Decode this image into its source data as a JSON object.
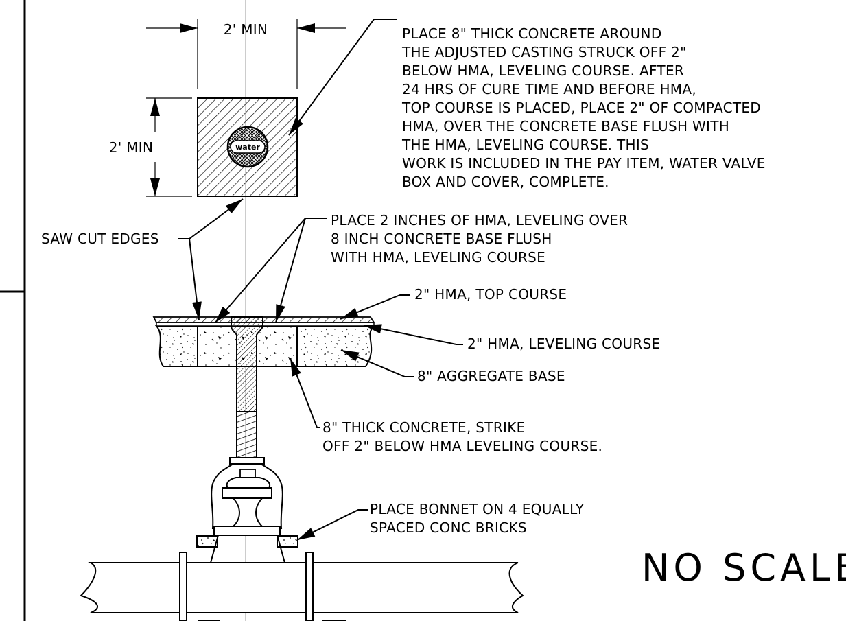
{
  "dimensions": {
    "width_label": "2' MIN",
    "height_label": "2' MIN",
    "water_mark": "water"
  },
  "notes": {
    "concrete_around_casting": [
      "PLACE 8\" THICK CONCRETE AROUND",
      "THE ADJUSTED CASTING STRUCK OFF 2\"",
      "BELOW HMA, LEVELING COURSE.  AFTER",
      "24 HRS OF CURE TIME AND BEFORE HMA,",
      "TOP COURSE IS PLACED, PLACE 2\" OF COMPACTED",
      "HMA, OVER THE CONCRETE BASE FLUSH WITH",
      "THE HMA, LEVELING COURSE.  THIS",
      "WORK IS INCLUDED IN THE PAY ITEM, WATER VALVE",
      "BOX AND COVER, COMPLETE."
    ],
    "saw_cut": "SAW CUT EDGES",
    "hma_leveling_over": [
      "PLACE 2 INCHES OF HMA, LEVELING OVER",
      "8 INCH CONCRETE BASE FLUSH",
      "WITH HMA, LEVELING COURSE"
    ],
    "top_course": "2\" HMA, TOP COURSE",
    "leveling_course": "2\" HMA, LEVELING COURSE",
    "aggregate_base": "8\" AGGREGATE BASE",
    "thick_concrete": [
      "8\" THICK CONCRETE, STRIKE",
      "OFF 2\" BELOW HMA LEVELING COURSE."
    ],
    "bonnet": [
      "PLACE BONNET ON 4 EQUALLY",
      "SPACED CONC BRICKS"
    ]
  },
  "scale_label": "NO  SCALE"
}
